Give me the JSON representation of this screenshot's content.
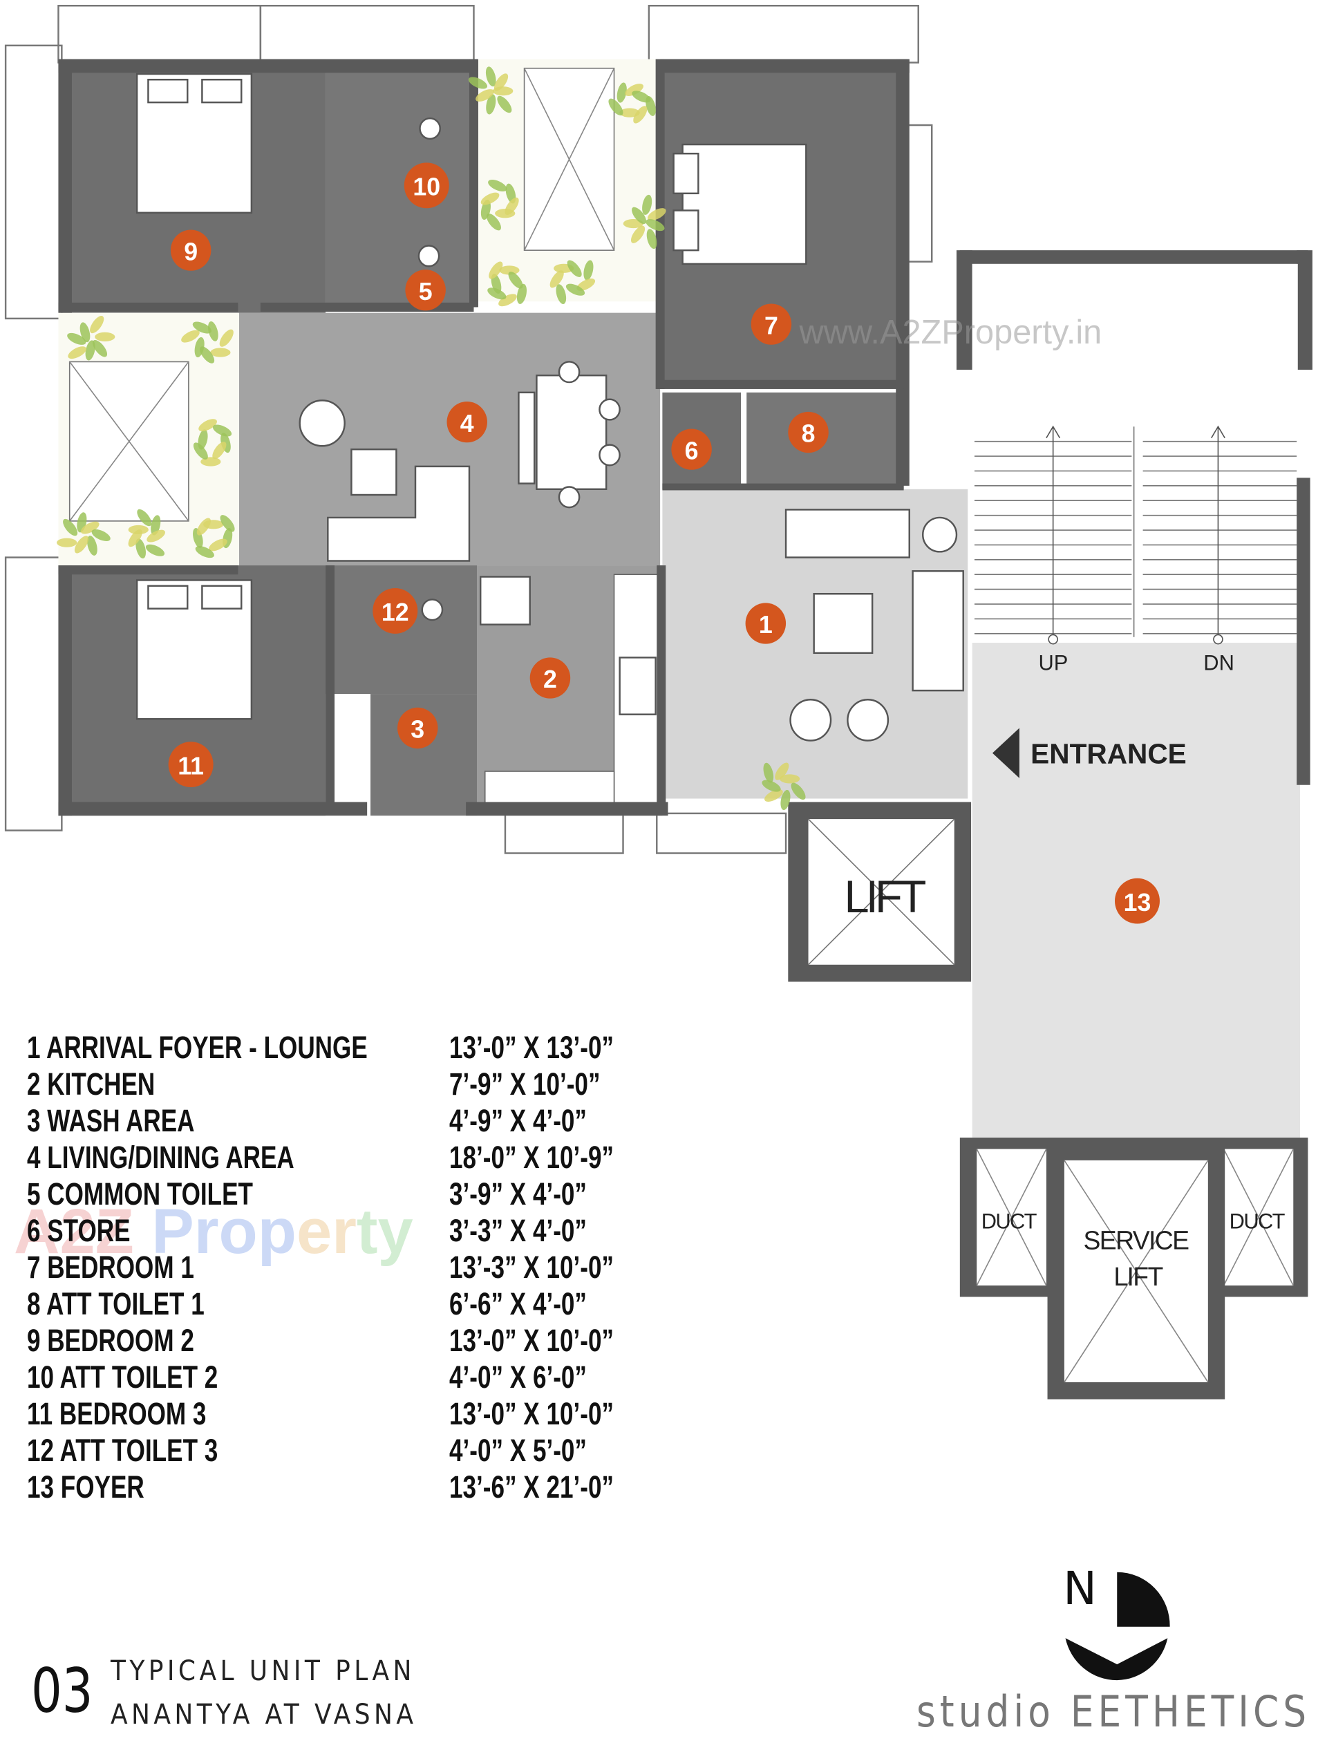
{
  "plan": {
    "markers": [
      "1",
      "2",
      "3",
      "4",
      "5",
      "6",
      "7",
      "8",
      "9",
      "10",
      "11",
      "12",
      "13"
    ],
    "labels": {
      "up": "UP",
      "dn": "DN",
      "entrance": "ENTRANCE",
      "lift": "LIFT",
      "duct_left": "DUCT",
      "duct_right": "DUCT",
      "service_lift_1": "SERVICE",
      "service_lift_2": "LIFT"
    },
    "colors": {
      "marker": "#d4561e",
      "bedroom": "#6f6f6f",
      "living": "#a3a3a3",
      "foyer": "#d6d6d6",
      "wall": "#5a5a5a",
      "plant": "#9cc35a"
    }
  },
  "legend": [
    {
      "name": "1 ARRIVAL FOYER - LOUNGE",
      "dim": "13’-0” X 13’-0”"
    },
    {
      "name": "2 KITCHEN",
      "dim": "7’-9” X 10’-0”"
    },
    {
      "name": "3 WASH AREA",
      "dim": "4’-9” X 4’-0”"
    },
    {
      "name": "4 LIVING/DINING AREA",
      "dim": "18’-0” X 10’-9”"
    },
    {
      "name": "5 COMMON TOILET",
      "dim": "3’-9” X 4’-0”"
    },
    {
      "name": "6 STORE",
      "dim": "3’-3” X 4’-0”"
    },
    {
      "name": "7 BEDROOM 1",
      "dim": "13’-3” X 10’-0”"
    },
    {
      "name": "8 ATT TOILET 1",
      "dim": "6’-6” X 4’-0”"
    },
    {
      "name": "9 BEDROOM 2",
      "dim": "13’-0” X 10’-0”"
    },
    {
      "name": "10 ATT TOILET 2",
      "dim": "4’-0” X 6’-0”"
    },
    {
      "name": "11 BEDROOM 3",
      "dim": "13’-0” X 10’-0”"
    },
    {
      "name": "12 ATT TOILET 3",
      "dim": "4’-0” X 5’-0”"
    },
    {
      "name": "13 FOYER",
      "dim": "13’-6” X 21’-0”"
    }
  ],
  "title": {
    "number": "03",
    "line1": "TYPICAL UNIT PLAN",
    "line2": "ANANTYA AT VASNA"
  },
  "logo": {
    "north": "N",
    "studio": "studio EETHETICS"
  },
  "watermarks": {
    "url": "www.A2ZProperty.in",
    "brand": "A2Z Property"
  }
}
